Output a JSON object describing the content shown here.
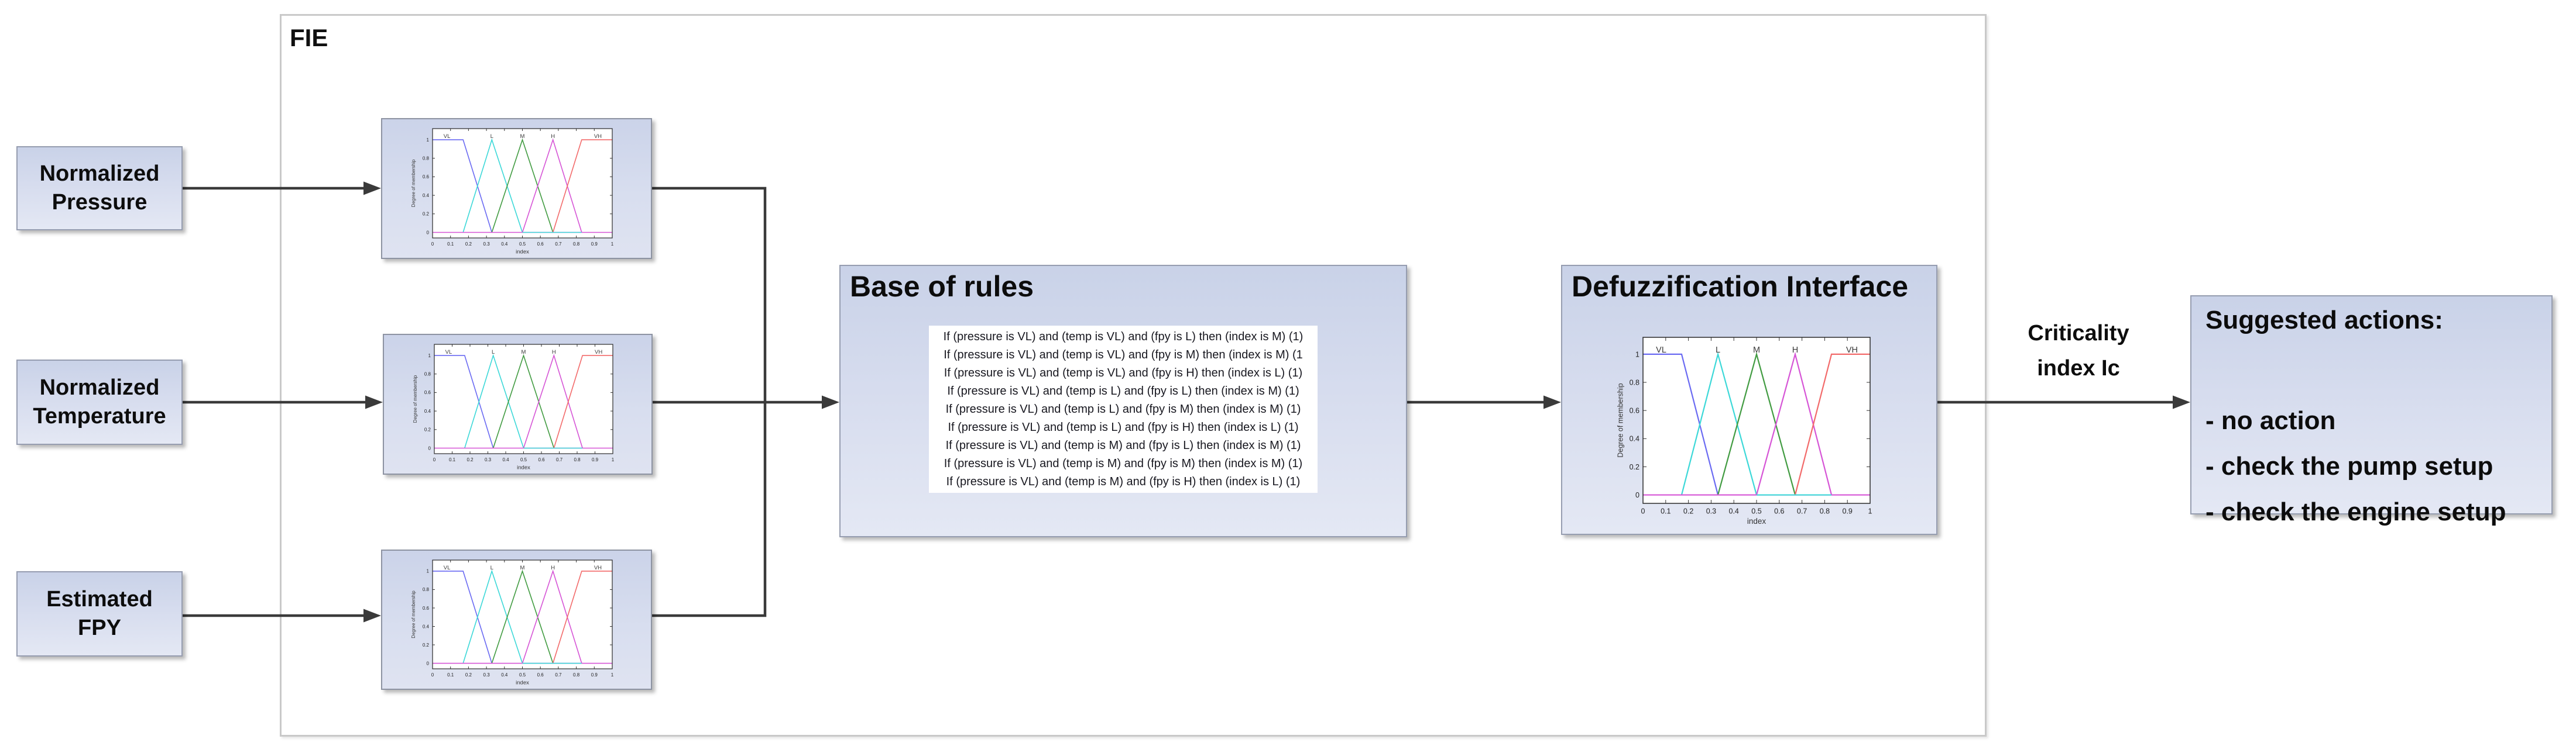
{
  "fie": {
    "label": "FIE"
  },
  "inputs": [
    {
      "id": "pressure",
      "line1": "Normalized",
      "line2": "Pressure"
    },
    {
      "id": "temperature",
      "line1": "Normalized",
      "line2": "Temperature"
    },
    {
      "id": "fpy",
      "line1": "Estimated",
      "line2": "FPY"
    }
  ],
  "base_of_rules": {
    "title": "Base of rules",
    "rules": [
      "If (pressure is VL) and (temp is VL) and (fpy is L) then (index is M) (1)",
      "If (pressure is VL) and (temp is VL) and (fpy is M) then (index is M) (1",
      "If (pressure is VL) and (temp is VL) and (fpy is H) then (index is L) (1)",
      "If (pressure is VL) and (temp is L) and (fpy is L) then (index is M) (1)",
      "If (pressure is VL) and (temp is L) and (fpy is M) then (index is M) (1)",
      "If (pressure is VL) and (temp is L) and (fpy is H) then (index is L) (1)",
      "If (pressure is VL) and (temp is M) and (fpy is L) then (index is M) (1)",
      "If (pressure is VL) and (temp is M) and (fpy is M) then (index is M) (1)",
      "If (pressure is VL) and (temp is M) and (fpy is H) then (index is L) (1)"
    ]
  },
  "defuzzification": {
    "title": "Defuzzification Interface"
  },
  "output_arrow_label": {
    "line1": "Criticality",
    "line2": "index Ic"
  },
  "suggested_actions": {
    "title": "Suggested actions:",
    "items": [
      "- no action",
      "- check the pump setup",
      "- check the engine setup"
    ]
  },
  "colors": {
    "box_fill_top": "#c9d2e8",
    "box_fill_bottom": "#e4e8f4",
    "box_border": "#969db0",
    "fie_border": "#c9c9c9",
    "arrow": "#3a3a3a",
    "rules_panel_bg": "#ffffff"
  },
  "chart_data": {
    "type": "line",
    "title": "",
    "description": "Fuzzy membership functions; identical plot shown for the three fuzzified inputs and for the defuzzification interface",
    "xlabel": "index",
    "ylabel": "Degree of membership",
    "xlim": [
      0,
      1
    ],
    "ylim": [
      -0.06,
      1.12
    ],
    "x_ticks": [
      0,
      0.1,
      0.2,
      0.3,
      0.4,
      0.5,
      0.6,
      0.7,
      0.8,
      0.9,
      1
    ],
    "y_ticks": [
      0,
      0.2,
      0.4,
      0.6,
      0.8,
      1
    ],
    "grid": false,
    "legend_position": "labels-above-peaks",
    "series": [
      {
        "name": "VL",
        "color": "#6a6af2",
        "label_x": 0.08,
        "points": [
          [
            0,
            1
          ],
          [
            0.17,
            1
          ],
          [
            0.33,
            0
          ]
        ]
      },
      {
        "name": "L",
        "color": "#3cd8d8",
        "label_x": 0.33,
        "points": [
          [
            0.17,
            0
          ],
          [
            0.33,
            1
          ],
          [
            0.5,
            0
          ]
        ]
      },
      {
        "name": "M",
        "color": "#419b41",
        "label_x": 0.5,
        "points": [
          [
            0.33,
            0
          ],
          [
            0.5,
            1
          ],
          [
            0.67,
            0
          ]
        ]
      },
      {
        "name": "H",
        "color": "#d655d6",
        "label_x": 0.67,
        "points": [
          [
            0.5,
            0
          ],
          [
            0.67,
            1
          ],
          [
            0.83,
            0
          ]
        ]
      },
      {
        "name": "VH",
        "color": "#f26a6a",
        "label_x": 0.92,
        "points": [
          [
            0.67,
            0
          ],
          [
            0.83,
            1
          ],
          [
            1,
            1
          ]
        ]
      }
    ],
    "baseline_overlays": [
      {
        "color": "#d655d6",
        "x": [
          0,
          1
        ]
      },
      {
        "color": "#3cd8d8",
        "x": [
          0.5,
          0.83
        ]
      }
    ],
    "instances": [
      "normalized-pressure",
      "normalized-temperature",
      "estimated-fpy",
      "defuzzification-index"
    ]
  }
}
